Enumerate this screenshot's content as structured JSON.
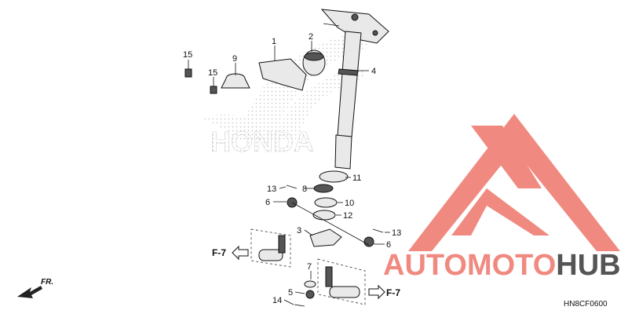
{
  "diagram": {
    "code": "HN8CF0600",
    "front_marker": "FR.",
    "brand_watermark": "HONDA",
    "ref_left": "F-7",
    "ref_right": "F-7",
    "callouts": [
      "1",
      "2",
      "4",
      "9",
      "15",
      "15",
      "11",
      "8",
      "10",
      "12",
      "13",
      "13",
      "6",
      "6",
      "3",
      "7",
      "5",
      "14"
    ]
  },
  "logo": {
    "word_a": "AUTO",
    "word_b": "MOTO",
    "word_c": "HUB",
    "color_a": "#f08a80",
    "color_b": "#f08a80",
    "color_c": "#555555",
    "mark_color": "#f08a80"
  }
}
